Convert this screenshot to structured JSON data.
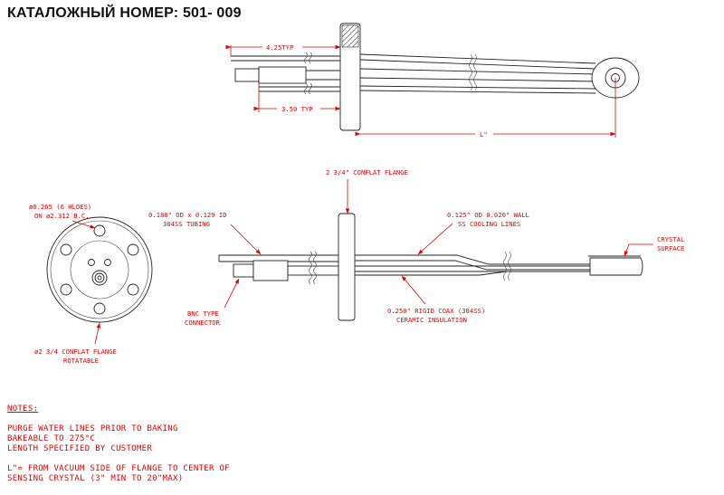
{
  "title": "КАТАЛОЖНЫЙ НОМЕР: 501- 009",
  "colors": {
    "annotation": "#e00000",
    "linework": "#222222",
    "background": "#ffffff"
  },
  "top_view": {
    "dim_425": "4.25TYP",
    "dim_350": "3.50 TYP",
    "dim_L": "L\""
  },
  "front_view": {
    "holes_line1": "ø0.265 (6 HLOES)",
    "holes_line2": "ON ø2.312 B.C.",
    "flange_line1": "ø2 3/4 CONFLAT FLANGE",
    "flange_line2": "ROTATABLE"
  },
  "side_view": {
    "conflat": "2 3/4\" CONFLAT FLANGE",
    "tubing_line1": "0.188\" OD x 0.129 ID",
    "tubing_line2": "304SS TUBING",
    "cooling_line1": "0.125\" OD 0.020\" WALL",
    "cooling_line2": "SS COOLING LINES",
    "crystal_line1": "CRYSTAL",
    "crystal_line2": "SURFACE",
    "bnc_line1": "BNC TYPE",
    "bnc_line2": "CONNECTOR",
    "coax_line1": "0.250\" RIGID COAX (304SS)",
    "coax_line2": "CERAMIC INSULATION"
  },
  "notes": {
    "heading": "NOTES:",
    "line1": "PURGE WATER LINES PRIOR TO BAKING",
    "line2": "BAKEABLE TO 275°C",
    "line3": "LENGTH SPECIFIED BY CUSTOMER",
    "line4": "L\"= FROM VACUUM SIDE OF FLANGE TO CENTER OF",
    "line5": "SENSING CRYSTAL (3\" MIN TO 20\"MAX)"
  }
}
